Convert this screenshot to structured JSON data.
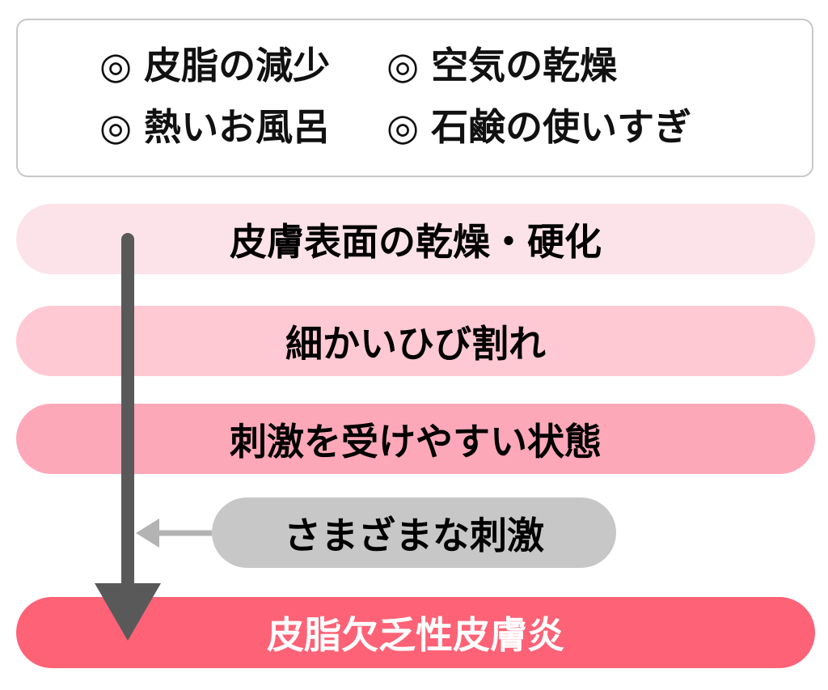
{
  "diagram": {
    "description_colors": {
      "background": "#ffffff",
      "causes_box_border": "#c8c8c8",
      "text_dark": "#111111",
      "text_light": "#ffffff"
    },
    "causes_box": {
      "items": [
        {
          "bullet": "◎",
          "label": "皮脂の減少"
        },
        {
          "bullet": "◎",
          "label": "空気の乾燥"
        },
        {
          "bullet": "◎",
          "label": "熱いお風呂"
        },
        {
          "bullet": "◎",
          "label": "石鹸の使いすぎ"
        }
      ]
    },
    "flow": {
      "stages": [
        {
          "label": "皮膚表面の乾燥・硬化",
          "bg": "#fce3e9",
          "text_color": "#111111"
        },
        {
          "label": "細かいひび割れ",
          "bg": "#ffc9d3",
          "text_color": "#111111"
        },
        {
          "label": "刺激を受けやすい状態",
          "bg": "#fda8b9",
          "text_color": "#111111"
        },
        {
          "label": "皮脂欠乏性皮膚炎",
          "bg": "#fd6276",
          "text_color": "#ffffff"
        }
      ],
      "side_note": {
        "label": "さまざまな刺激",
        "bg": "#c7c7c7",
        "text_color": "#111111"
      }
    },
    "arrows": {
      "down_color": "#595959",
      "left_color": "#b3b3b3"
    }
  }
}
